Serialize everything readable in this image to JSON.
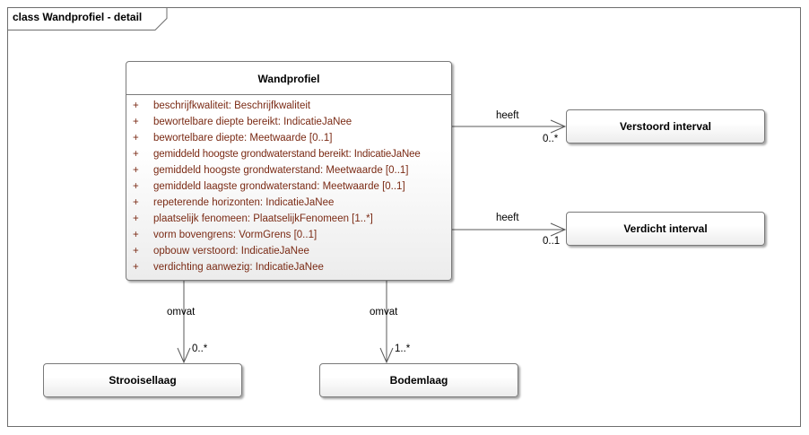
{
  "frame": {
    "title": "class Wandprofiel - detail"
  },
  "classes": {
    "wandprofiel": {
      "name": "Wandprofiel",
      "attributes": [
        {
          "visibility": "+",
          "text": "beschrijfkwaliteit: Beschrijfkwaliteit"
        },
        {
          "visibility": "+",
          "text": "bewortelbare diepte bereikt: IndicatieJaNee"
        },
        {
          "visibility": "+",
          "text": "bewortelbare diepte: Meetwaarde [0..1]"
        },
        {
          "visibility": "+",
          "text": "gemiddeld hoogste grondwaterstand bereikt: IndicatieJaNee"
        },
        {
          "visibility": "+",
          "text": "gemiddeld hoogste grondwaterstand: Meetwaarde [0..1]"
        },
        {
          "visibility": "+",
          "text": "gemiddeld laagste grondwaterstand: Meetwaarde [0..1]"
        },
        {
          "visibility": "+",
          "text": "repeterende horizonten: IndicatieJaNee"
        },
        {
          "visibility": "+",
          "text": "plaatselijk fenomeen: PlaatselijkFenomeen [1..*]"
        },
        {
          "visibility": "+",
          "text": "vorm bovengrens: VormGrens [0..1]"
        },
        {
          "visibility": "+",
          "text": "opbouw verstoord: IndicatieJaNee"
        },
        {
          "visibility": "+",
          "text": "verdichting aanwezig: IndicatieJaNee"
        }
      ]
    },
    "verstoord_interval": {
      "name": "Verstoord interval"
    },
    "verdicht_interval": {
      "name": "Verdicht interval"
    },
    "strooisellaag": {
      "name": "Strooisellaag"
    },
    "bodemlaag": {
      "name": "Bodemlaag"
    }
  },
  "associations": {
    "to_verstoord": {
      "role": "heeft",
      "multiplicity": "0..*"
    },
    "to_verdicht": {
      "role": "heeft",
      "multiplicity": "0..1"
    },
    "to_strooisellaag": {
      "role": "omvat",
      "multiplicity": "0..*"
    },
    "to_bodemlaag": {
      "role": "omvat",
      "multiplicity": "1..*"
    }
  },
  "colors": {
    "attribute_text": "#7a2a14",
    "border": "#7a7a7a",
    "line": "#595959"
  }
}
